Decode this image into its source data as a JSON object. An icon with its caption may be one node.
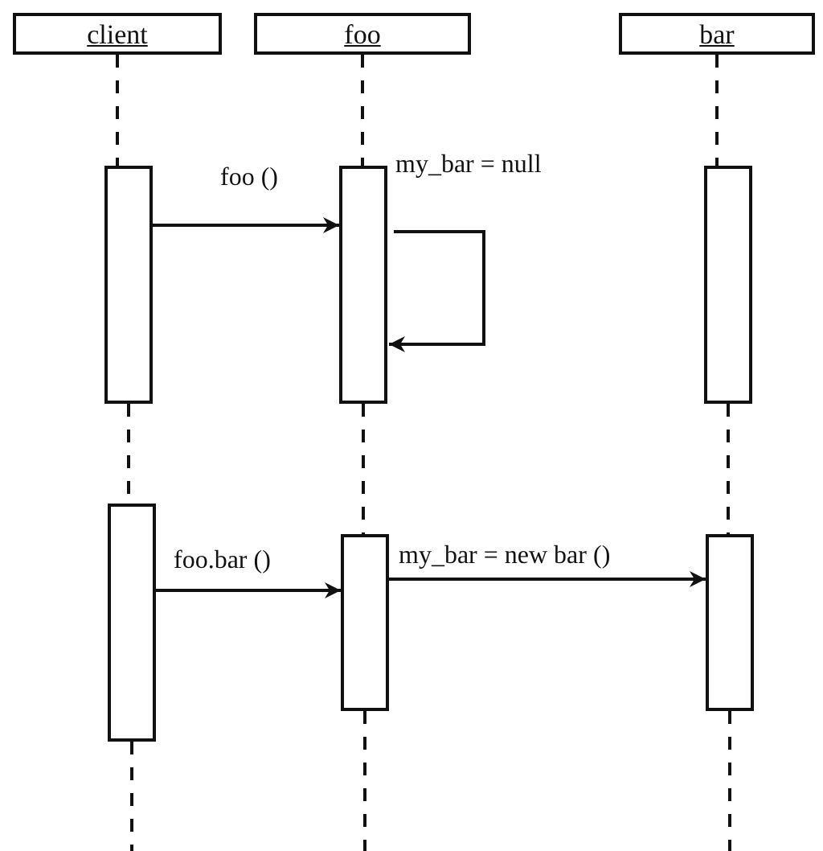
{
  "diagram": {
    "nodes": [
      {
        "text": [
          "client"
        ]
      },
      {
        "text": [
          "foo"
        ]
      },
      {
        "text": [
          "bar"
        ]
      },
      {
        "text": [],
        "shape": "bar"
      },
      {
        "text": [],
        "shape": "bar"
      },
      {
        "text": [],
        "shape": "bar"
      },
      {
        "text": [],
        "shape": "bar"
      },
      {
        "text": [],
        "shape": "bar"
      },
      {
        "text": [],
        "shape": "bar"
      }
    ],
    "edges": [
      {
        "from": 0,
        "to": 3,
        "arrow": "none",
        "style": "dashed"
      },
      {
        "from": 1,
        "to": 4,
        "arrow": "none",
        "style": "dashed"
      },
      {
        "from": 2,
        "to": 5,
        "arrow": "none",
        "style": "dashed"
      },
      {
        "from": 3,
        "to": 4,
        "arrow": "to",
        "label": "foo ()"
      },
      {
        "from": 4,
        "to": 4,
        "arrow": "to",
        "label": "my_bar = null"
      },
      {
        "from": 3,
        "to": 6,
        "arrow": "none",
        "style": "dashed"
      },
      {
        "from": 4,
        "to": 7,
        "arrow": "none",
        "style": "dashed"
      },
      {
        "from": 5,
        "to": 8,
        "arrow": "none",
        "style": "dashed"
      },
      {
        "from": 6,
        "to": 7,
        "arrow": "to",
        "label": "foo.bar ()"
      },
      {
        "from": 7,
        "to": 8,
        "arrow": "to",
        "label": "my_bar = new bar ()"
      },
      {
        "from": 6,
        "to": null,
        "arrow": "none",
        "style": "dashed"
      },
      {
        "from": 7,
        "to": null,
        "arrow": "none",
        "style": "dashed"
      },
      {
        "from": 8,
        "to": null,
        "arrow": "none",
        "style": "dashed"
      }
    ]
  }
}
